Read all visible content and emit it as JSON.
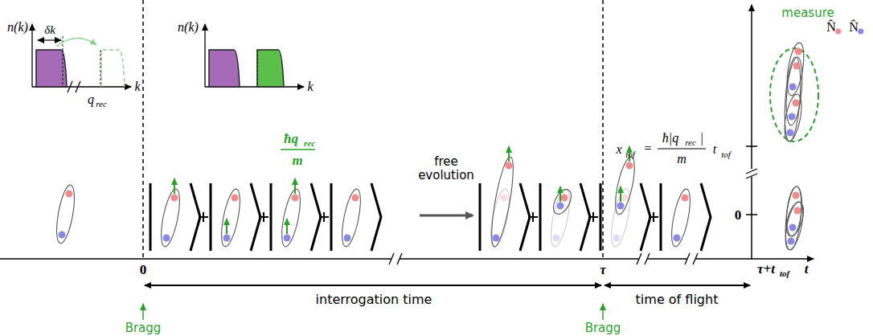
{
  "diagram": {
    "labels": [
      "n(k)",
      "δk",
      "k",
      "q",
      "rec",
      "n(k)",
      "k",
      "ħq",
      "rec",
      "m",
      "free evolution",
      "measure",
      "N̂",
      "N̂",
      "x",
      "tof",
      "=",
      "ħ|q",
      "rec",
      "|",
      "m",
      "t",
      "tof",
      "0",
      "0",
      "τ",
      "τ+t",
      "tof",
      "t",
      "interrogation time",
      "Bragg",
      "Bragg",
      "time of flight"
    ]
  }
}
